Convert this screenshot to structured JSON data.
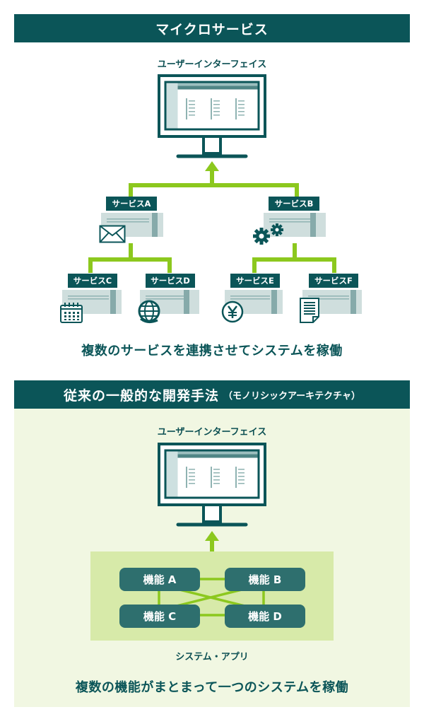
{
  "microservices": {
    "title": "マイクロサービス",
    "ui_label": "ユーザーインターフェイス",
    "services": [
      {
        "label": "サービスA",
        "icon": "envelope-icon"
      },
      {
        "label": "サービスB",
        "icon": "gears-icon"
      },
      {
        "label": "サービスC",
        "icon": "calendar-icon"
      },
      {
        "label": "サービスD",
        "icon": "globe-icon"
      },
      {
        "label": "サービスE",
        "icon": "yen-coin-icon"
      },
      {
        "label": "サービスF",
        "icon": "document-icon"
      }
    ],
    "caption": "複数のサービスを連携させてシステムを稼働"
  },
  "monolithic": {
    "title": "従来の一般的な開発手法",
    "subtitle": "（モノリシックアーキテクチャ）",
    "ui_label": "ユーザーインターフェイス",
    "functions": [
      "機能 A",
      "機能 B",
      "機能 C",
      "機能 D"
    ],
    "system_label": "システム・アプリ",
    "caption": "複数の機能がまとまって一つのシステムを稼働"
  },
  "colors": {
    "primary": "#0b5558",
    "accent": "#8cc81e",
    "panel": "#f1f7e2",
    "system_box": "#d7eaa9",
    "function_box": "#2e6f6e"
  }
}
